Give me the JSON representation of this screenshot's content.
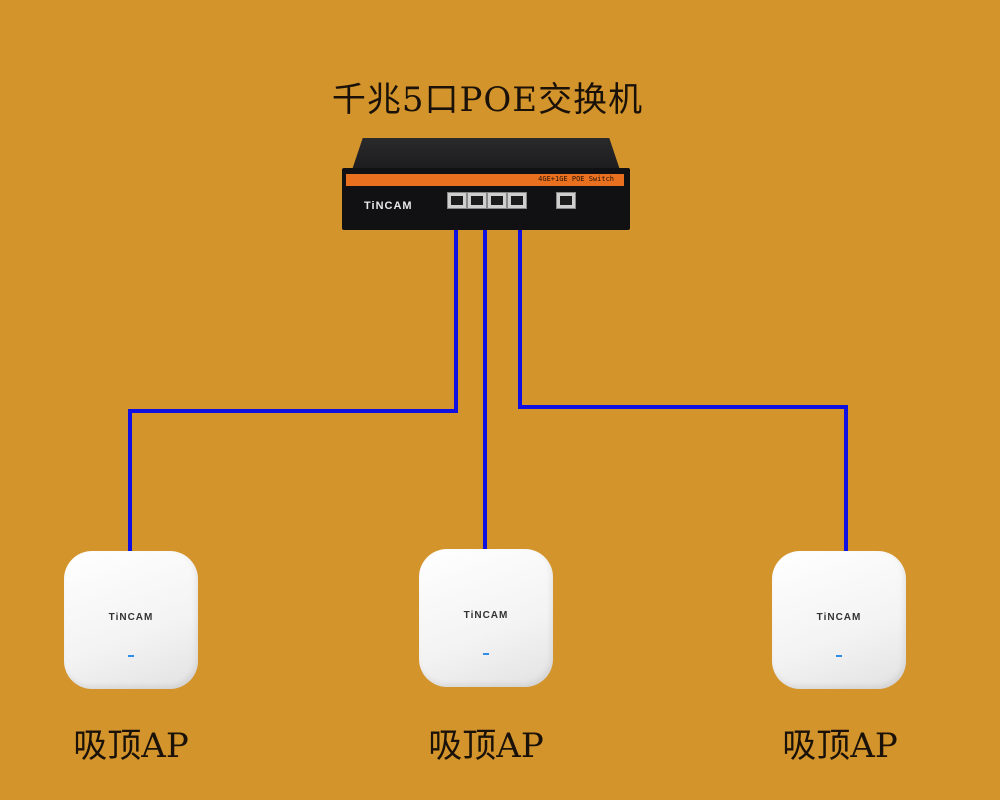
{
  "title": "千兆5口POE交换机",
  "switch": {
    "brand": "TiNCAM",
    "model": "4GE+1GE POE Switch"
  },
  "access_points": [
    {
      "brand": "TiNCAM",
      "label": "吸顶AP"
    },
    {
      "brand": "TiNCAM",
      "label": "吸顶AP"
    },
    {
      "brand": "TiNCAM",
      "label": "吸顶AP"
    }
  ],
  "colors": {
    "background": "#D4942C",
    "cable": "#1010E0",
    "switch_stripe": "#E8701E"
  }
}
